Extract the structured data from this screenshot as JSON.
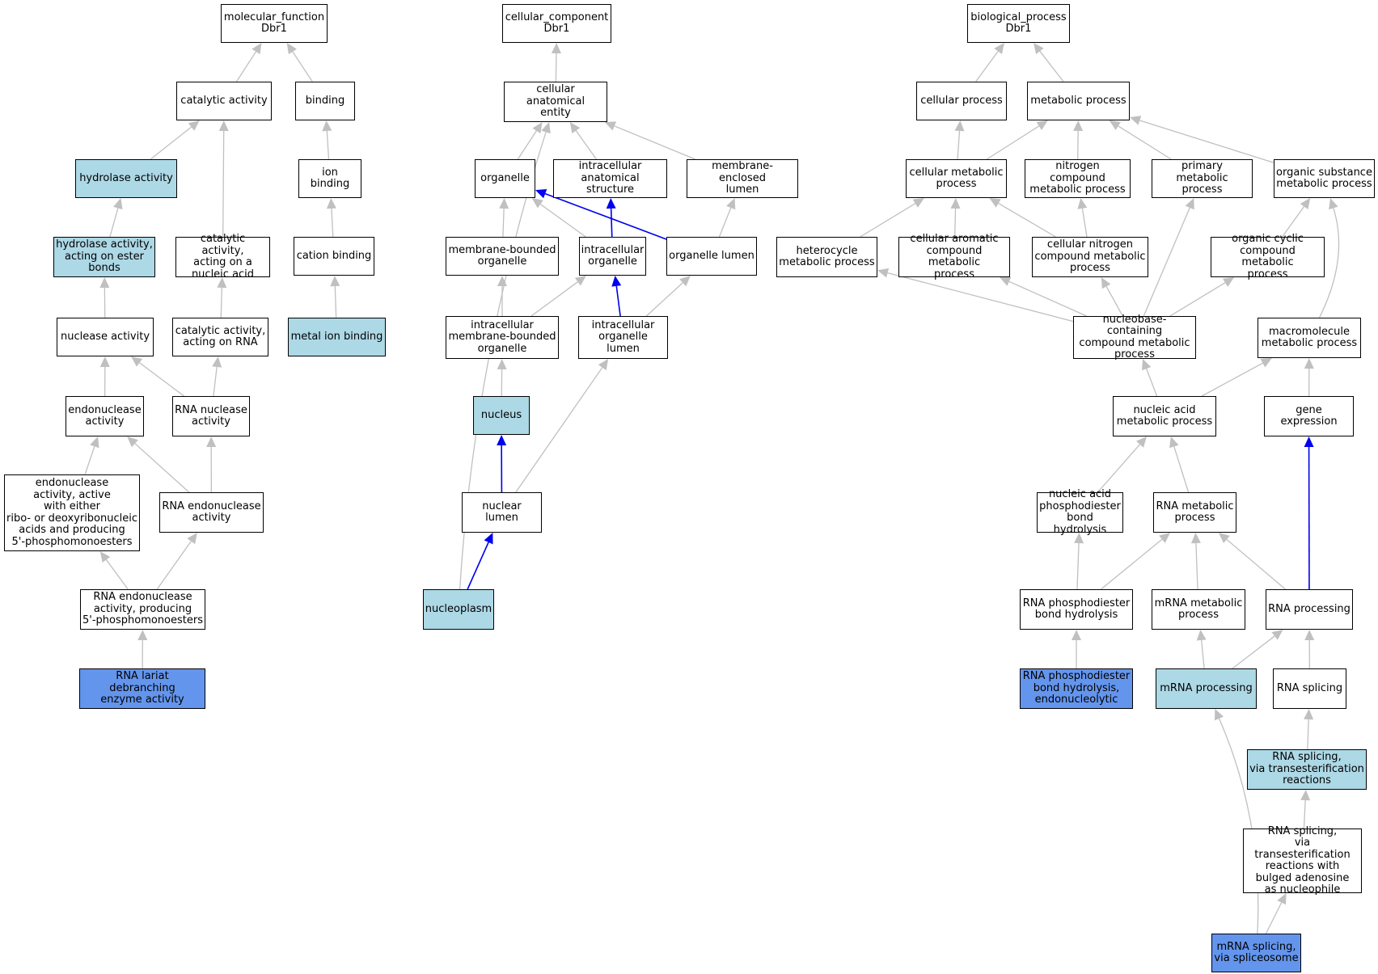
{
  "colors": {
    "white": "#ffffff",
    "light": "#add8e6",
    "strong": "#6495ed",
    "edge_gray": "#c0c0c0",
    "edge_blue": "#0000ee"
  },
  "nodes": {
    "mf_root": {
      "label": "molecular_function\nDbr1",
      "fill": "white"
    },
    "catalytic": {
      "label": "catalytic activity",
      "fill": "white"
    },
    "binding": {
      "label": "binding",
      "fill": "white"
    },
    "hydrolase": {
      "label": "hydrolase activity",
      "fill": "light"
    },
    "ion_binding": {
      "label": "ion binding",
      "fill": "white"
    },
    "hydrolase_ester": {
      "label": "hydrolase activity,\nacting on ester\nbonds",
      "fill": "light"
    },
    "cat_nucleic": {
      "label": "catalytic activity,\nacting on a\nnucleic acid",
      "fill": "white"
    },
    "cation_binding": {
      "label": "cation binding",
      "fill": "white"
    },
    "nuclease": {
      "label": "nuclease activity",
      "fill": "white"
    },
    "cat_rna": {
      "label": "catalytic activity,\nacting on RNA",
      "fill": "white"
    },
    "metal_ion": {
      "label": "metal ion binding",
      "fill": "light"
    },
    "endonuclease": {
      "label": "endonuclease\nactivity",
      "fill": "white"
    },
    "rna_nuclease": {
      "label": "RNA nuclease\nactivity",
      "fill": "white"
    },
    "endo_5p": {
      "label": "endonuclease\nactivity, active\nwith either\nribo- or deoxyribonucleic\nacids and producing\n5'-phosphomonoesters",
      "fill": "white"
    },
    "rna_endo": {
      "label": "RNA endonuclease\nactivity",
      "fill": "white"
    },
    "rna_endo_5p": {
      "label": "RNA endonuclease\nactivity, producing\n5'-phosphomonoesters",
      "fill": "white"
    },
    "lariat": {
      "label": "RNA lariat debranching\nenzyme activity",
      "fill": "strong"
    },
    "cc_root": {
      "label": "cellular_component\nDbr1",
      "fill": "white"
    },
    "cae": {
      "label": "cellular anatomical\nentity",
      "fill": "white"
    },
    "organelle": {
      "label": "organelle",
      "fill": "white"
    },
    "ias": {
      "label": "intracellular\nanatomical structure",
      "fill": "white"
    },
    "mel": {
      "label": "membrane-enclosed\nlumen",
      "fill": "white"
    },
    "mbo": {
      "label": "membrane-bounded\norganelle",
      "fill": "white"
    },
    "io": {
      "label": "intracellular\norganelle",
      "fill": "white"
    },
    "ol": {
      "label": "organelle lumen",
      "fill": "white"
    },
    "imbo": {
      "label": "intracellular\nmembrane-bounded\norganelle",
      "fill": "white"
    },
    "iol": {
      "label": "intracellular\norganelle lumen",
      "fill": "white"
    },
    "nucleus": {
      "label": "nucleus",
      "fill": "light"
    },
    "nuclear_lumen": {
      "label": "nuclear lumen",
      "fill": "white"
    },
    "nucleoplasm": {
      "label": "nucleoplasm",
      "fill": "light"
    },
    "bp_root": {
      "label": "biological_process\nDbr1",
      "fill": "white"
    },
    "cell_proc": {
      "label": "cellular process",
      "fill": "white"
    },
    "met_proc": {
      "label": "metabolic process",
      "fill": "white"
    },
    "cmp": {
      "label": "cellular metabolic\nprocess",
      "fill": "white"
    },
    "ncmp": {
      "label": "nitrogen compound\nmetabolic process",
      "fill": "white"
    },
    "pmp": {
      "label": "primary metabolic\nprocess",
      "fill": "white"
    },
    "osmp": {
      "label": "organic substance\nmetabolic process",
      "fill": "white"
    },
    "hmp": {
      "label": "heterocycle\nmetabolic process",
      "fill": "white"
    },
    "cacmp": {
      "label": "cellular aromatic\ncompound metabolic\nprocess",
      "fill": "white"
    },
    "cncmp": {
      "label": "cellular nitrogen\ncompound metabolic\nprocess",
      "fill": "white"
    },
    "occmp": {
      "label": "organic cyclic\ncompound metabolic\nprocess",
      "fill": "white"
    },
    "nbcmp": {
      "label": "nucleobase-containing\ncompound metabolic\nprocess",
      "fill": "white"
    },
    "mmp": {
      "label": "macromolecule\nmetabolic process",
      "fill": "white"
    },
    "namp": {
      "label": "nucleic acid\nmetabolic process",
      "fill": "white"
    },
    "gene_expr": {
      "label": "gene expression",
      "fill": "white"
    },
    "napbh": {
      "label": "nucleic acid\nphosphodiester\nbond hydrolysis",
      "fill": "white"
    },
    "rmp": {
      "label": "RNA metabolic\nprocess",
      "fill": "white"
    },
    "rpbh": {
      "label": "RNA phosphodiester\nbond hydrolysis",
      "fill": "white"
    },
    "mrmp": {
      "label": "mRNA metabolic\nprocess",
      "fill": "white"
    },
    "rna_proc": {
      "label": "RNA processing",
      "fill": "white"
    },
    "rpbh_endo": {
      "label": "RNA phosphodiester\nbond hydrolysis,\nendonucleolytic",
      "fill": "strong"
    },
    "mrna_proc": {
      "label": "mRNA processing",
      "fill": "light"
    },
    "rna_splicing": {
      "label": "RNA splicing",
      "fill": "white"
    },
    "rs_trans": {
      "label": "RNA splicing,\nvia transesterification\nreactions",
      "fill": "light"
    },
    "rs_bulged": {
      "label": "RNA splicing,\nvia transesterification\nreactions with\nbulged adenosine\nas nucleophile",
      "fill": "white"
    },
    "mrna_splice": {
      "label": "mRNA splicing,\nvia spliceosome",
      "fill": "strong"
    }
  },
  "edges": [
    {
      "from": "catalytic",
      "to": "mf_root",
      "kind": "gray"
    },
    {
      "from": "binding",
      "to": "mf_root",
      "kind": "gray"
    },
    {
      "from": "hydrolase",
      "to": "catalytic",
      "kind": "gray"
    },
    {
      "from": "cat_nucleic",
      "to": "catalytic",
      "kind": "gray"
    },
    {
      "from": "ion_binding",
      "to": "binding",
      "kind": "gray"
    },
    {
      "from": "hydrolase_ester",
      "to": "hydrolase",
      "kind": "gray"
    },
    {
      "from": "cation_binding",
      "to": "ion_binding",
      "kind": "gray"
    },
    {
      "from": "nuclease",
      "to": "hydrolase_ester",
      "kind": "gray"
    },
    {
      "from": "cat_rna",
      "to": "cat_nucleic",
      "kind": "gray"
    },
    {
      "from": "metal_ion",
      "to": "cation_binding",
      "kind": "gray"
    },
    {
      "from": "endonuclease",
      "to": "nuclease",
      "kind": "gray"
    },
    {
      "from": "rna_nuclease",
      "to": "nuclease",
      "kind": "gray"
    },
    {
      "from": "rna_nuclease",
      "to": "cat_rna",
      "kind": "gray"
    },
    {
      "from": "endo_5p",
      "to": "endonuclease",
      "kind": "gray"
    },
    {
      "from": "rna_endo",
      "to": "endonuclease",
      "kind": "gray"
    },
    {
      "from": "rna_endo",
      "to": "rna_nuclease",
      "kind": "gray"
    },
    {
      "from": "rna_endo_5p",
      "to": "endo_5p",
      "kind": "gray"
    },
    {
      "from": "rna_endo_5p",
      "to": "rna_endo",
      "kind": "gray"
    },
    {
      "from": "lariat",
      "to": "rna_endo_5p",
      "kind": "gray"
    },
    {
      "from": "cae",
      "to": "cc_root",
      "kind": "gray"
    },
    {
      "from": "organelle",
      "to": "cae",
      "kind": "gray"
    },
    {
      "from": "ias",
      "to": "cae",
      "kind": "gray"
    },
    {
      "from": "mel",
      "to": "cae",
      "kind": "gray"
    },
    {
      "from": "nucleoplasm",
      "to": "cae",
      "kind": "gray",
      "curve": true
    },
    {
      "from": "mbo",
      "to": "organelle",
      "kind": "gray"
    },
    {
      "from": "io",
      "to": "organelle",
      "kind": "gray"
    },
    {
      "from": "io",
      "to": "ias",
      "kind": "blue"
    },
    {
      "from": "ol",
      "to": "organelle",
      "kind": "blue"
    },
    {
      "from": "ol",
      "to": "mel",
      "kind": "gray"
    },
    {
      "from": "imbo",
      "to": "mbo",
      "kind": "gray"
    },
    {
      "from": "imbo",
      "to": "io",
      "kind": "gray"
    },
    {
      "from": "iol",
      "to": "io",
      "kind": "blue"
    },
    {
      "from": "iol",
      "to": "ol",
      "kind": "gray"
    },
    {
      "from": "nucleus",
      "to": "imbo",
      "kind": "gray"
    },
    {
      "from": "nuclear_lumen",
      "to": "nucleus",
      "kind": "blue"
    },
    {
      "from": "nuclear_lumen",
      "to": "iol",
      "kind": "gray"
    },
    {
      "from": "nucleoplasm",
      "to": "nuclear_lumen",
      "kind": "blue"
    },
    {
      "from": "cell_proc",
      "to": "bp_root",
      "kind": "gray"
    },
    {
      "from": "met_proc",
      "to": "bp_root",
      "kind": "gray"
    },
    {
      "from": "cmp",
      "to": "cell_proc",
      "kind": "gray"
    },
    {
      "from": "cmp",
      "to": "met_proc",
      "kind": "gray"
    },
    {
      "from": "ncmp",
      "to": "met_proc",
      "kind": "gray"
    },
    {
      "from": "pmp",
      "to": "met_proc",
      "kind": "gray"
    },
    {
      "from": "osmp",
      "to": "met_proc",
      "kind": "gray"
    },
    {
      "from": "hmp",
      "to": "cmp",
      "kind": "gray"
    },
    {
      "from": "cacmp",
      "to": "cmp",
      "kind": "gray"
    },
    {
      "from": "cncmp",
      "to": "cmp",
      "kind": "gray"
    },
    {
      "from": "cncmp",
      "to": "ncmp",
      "kind": "gray"
    },
    {
      "from": "occmp",
      "to": "osmp",
      "kind": "gray"
    },
    {
      "from": "nbcmp",
      "to": "hmp",
      "kind": "gray"
    },
    {
      "from": "nbcmp",
      "to": "cacmp",
      "kind": "gray"
    },
    {
      "from": "nbcmp",
      "to": "cncmp",
      "kind": "gray"
    },
    {
      "from": "nbcmp",
      "to": "occmp",
      "kind": "gray"
    },
    {
      "from": "nbcmp",
      "to": "pmp",
      "kind": "gray"
    },
    {
      "from": "mmp",
      "to": "osmp",
      "kind": "gray",
      "curve": true
    },
    {
      "from": "namp",
      "to": "nbcmp",
      "kind": "gray"
    },
    {
      "from": "namp",
      "to": "mmp",
      "kind": "gray"
    },
    {
      "from": "gene_expr",
      "to": "mmp",
      "kind": "gray"
    },
    {
      "from": "napbh",
      "to": "namp",
      "kind": "gray"
    },
    {
      "from": "rmp",
      "to": "namp",
      "kind": "gray"
    },
    {
      "from": "rpbh",
      "to": "napbh",
      "kind": "gray"
    },
    {
      "from": "rpbh",
      "to": "rmp",
      "kind": "gray"
    },
    {
      "from": "mrmp",
      "to": "rmp",
      "kind": "gray"
    },
    {
      "from": "rna_proc",
      "to": "rmp",
      "kind": "gray"
    },
    {
      "from": "rna_proc",
      "to": "gene_expr",
      "kind": "blue"
    },
    {
      "from": "rpbh_endo",
      "to": "rpbh",
      "kind": "gray"
    },
    {
      "from": "mrna_proc",
      "to": "mrmp",
      "kind": "gray"
    },
    {
      "from": "mrna_proc",
      "to": "rna_proc",
      "kind": "gray"
    },
    {
      "from": "rna_splicing",
      "to": "rna_proc",
      "kind": "gray"
    },
    {
      "from": "rs_trans",
      "to": "rna_splicing",
      "kind": "gray"
    },
    {
      "from": "rs_bulged",
      "to": "rs_trans",
      "kind": "gray"
    },
    {
      "from": "mrna_splice",
      "to": "rs_bulged",
      "kind": "gray"
    },
    {
      "from": "mrna_splice",
      "to": "mrna_proc",
      "kind": "gray",
      "curve": true
    }
  ]
}
